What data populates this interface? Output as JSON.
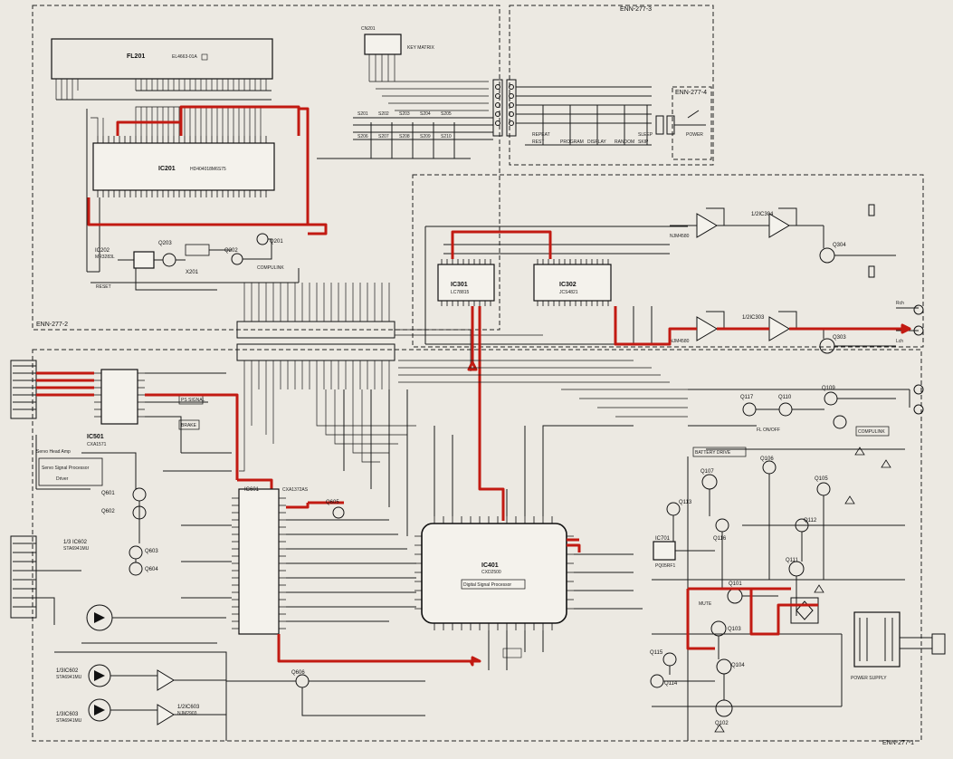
{
  "panels": {
    "display": "ENN-277-2",
    "keys": "ENN-277-3",
    "key_small": "ENN-277-4",
    "main": "ENN-277-1"
  },
  "chips": {
    "fl201": {
      "name": "FL201",
      "part": "EL4663-01A"
    },
    "ic201": {
      "name": "IC201",
      "part": "HD404018M6S75"
    },
    "ic202": {
      "name": "IC202",
      "part": "MR3283L"
    },
    "ic301": {
      "name": "IC301",
      "part": "LC78815"
    },
    "ic302": {
      "name": "IC302",
      "part": "JCS4821"
    },
    "ic304": {
      "name": "1/2IC304",
      "part": "NJM4580"
    },
    "ic303": {
      "name": "1/2IC303",
      "part": "NJM4580"
    },
    "ic501": {
      "name": "IC501",
      "part": "CXA1571"
    },
    "ic601": {
      "name": "IC601",
      "part": "CXA1372AS"
    },
    "ic401": {
      "name": "IC401",
      "part": "CXD2500",
      "function": "Digital Signal Processor"
    },
    "ic602_a": {
      "name": "1/3 IC602",
      "part": "STA6941MU"
    },
    "ic602_b": {
      "name": "1/3IC602",
      "part": "STA6941MU"
    },
    "ic603_a": {
      "name": "1/3IC603",
      "part": "STA6941MU"
    },
    "ic603_b": {
      "name": "1/2IC603",
      "part": "NJM2903"
    },
    "ic701": {
      "name": "IC701",
      "part": "PQ05RF1"
    }
  },
  "transistors": [
    "Q201",
    "Q202",
    "Q203",
    "Q304",
    "Q303",
    "Q117",
    "Q110",
    "Q109",
    "Q107",
    "Q113",
    "Q116",
    "Q112",
    "Q111",
    "Q101",
    "Q103",
    "Q104",
    "Q102",
    "Q114",
    "Q115",
    "Q601",
    "Q602",
    "Q603",
    "Q604",
    "Q605",
    "Q606",
    "Q106",
    "Q105"
  ],
  "notes": {
    "servo_box": "Servo Signal Processor",
    "driver": "Driver",
    "servo_head": "Servo Head Amp",
    "ps_signal": "PS SIGNAL",
    "brake": "BRAKE",
    "reset": "RESET",
    "compulink_top": "COMPULINK",
    "compulink_right": "COMPULINK",
    "fl_onoff": "FL ON/OFF",
    "battery_drive": "BATTERY DRIVE",
    "power_supply": "POWER SUPPLY",
    "key_matrix": "KEY MATRIX",
    "x201": "X201",
    "mute": "MUTE"
  },
  "switches": {
    "keys_top": [
      "S201",
      "S202",
      "S203",
      "S204",
      "S205",
      "S206",
      "S207",
      "S208",
      "S209",
      "S210"
    ],
    "keys_right": [
      "REPEAT",
      "REST",
      "PROGRAM",
      "DISPLAY",
      "RANDOM",
      "SLEEP",
      "SKIP"
    ],
    "power": "POWER"
  },
  "outputs": {
    "r_ch": "Rch",
    "l_ch": "Lch"
  },
  "colors": {
    "signal_path": "#c21a12",
    "paper": "#ece9e2",
    "ink": "#1a1a1a"
  }
}
